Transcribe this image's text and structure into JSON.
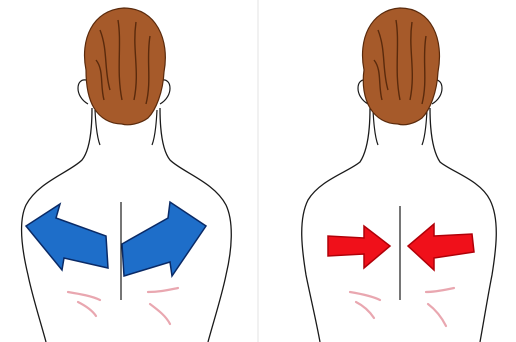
{
  "figure": {
    "panels": [
      {
        "id": "left",
        "arrow_direction": "outward",
        "arrow_color": "#1e6ec9",
        "arrow_outline": "#0a2a66"
      },
      {
        "id": "right",
        "arrow_direction": "inward",
        "arrow_color": "#f0101a",
        "arrow_outline": "#b00008"
      }
    ],
    "skin_line_color": "#1a1a1a",
    "hair_color": "#a65a2a",
    "hair_dark": "#5a2a0c",
    "muscle_mark_color": "#e9a7b0"
  }
}
